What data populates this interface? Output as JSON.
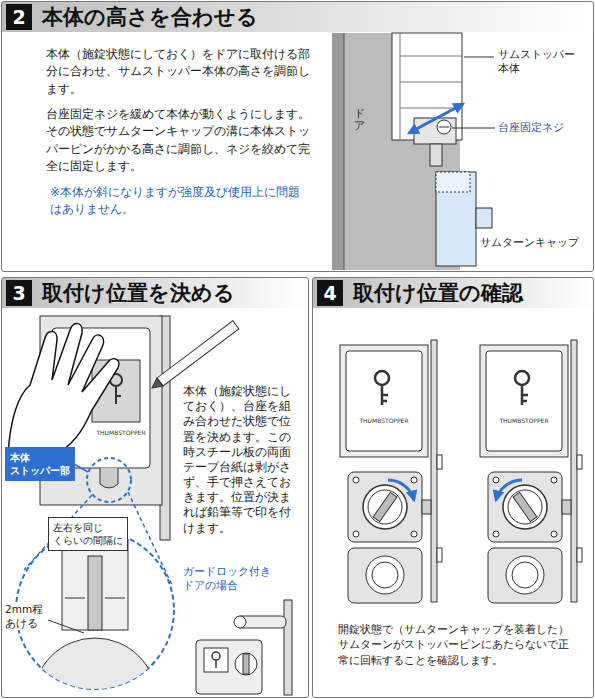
{
  "diagram": {
    "nodes": [
      {
        "text": [
          "本体の高さを合わせる",
          "本体（施錠状態にしておく）をドアに取付ける部分に合わせ、サムストッパー本体の高さを調節します。",
          "台座固定ネジを緩めて本体が動くようにします。その状態でサムターンキャップの溝に本体ストッパーピンがかかる高さに調節し、ネジを絞めて完全に固定します。",
          "※本体が斜になりますが強度及び使用上に問題はありません。"
        ]
      },
      {
        "text": [
          "2"
        ],
        "in": 0
      },
      {
        "text": [
          "取付け位置を決める",
          "本体（施錠状態にしておく）、台座を組み合わせた状態で位置を決めます。この時スチール板の両面テープ台紙は剥がさず、手で押さえておきます。位置が決まれば鉛筆等で印を付けます。"
        ]
      },
      {
        "text": [
          "3"
        ],
        "in": 2
      },
      {
        "text": [
          "本体 ストッパー部"
        ],
        "in": 2
      },
      {
        "text": [
          "左右を同じ くらいの間隔に"
        ],
        "in": 2
      },
      {
        "text": [
          "取付け位置の確認",
          "開錠状態で（サムターンキャップを装着した）サムターンがストッパーピンにあたらないで正常に回転することを確認します。"
        ]
      },
      {
        "text": [
          "4"
        ],
        "in": 6
      }
    ],
    "labels": [
      "サムストッパー 本体",
      "ドア",
      "台座固定ネジ",
      "サムターンキャップ",
      "THUMBSTOPPER",
      "2mm程 あける",
      "ガードロック付き ドアの場合",
      "THUMBSTOPPER",
      "THUMBSTOPPER"
    ]
  }
}
